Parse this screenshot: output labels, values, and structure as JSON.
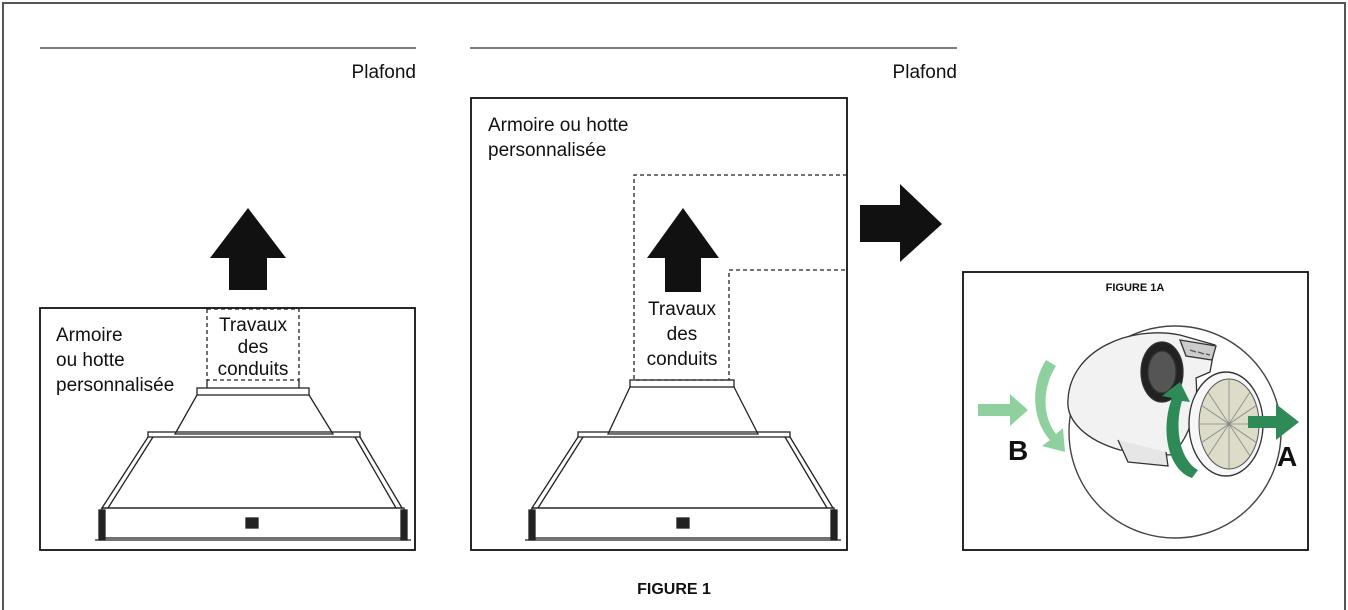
{
  "left_panel": {
    "ceiling_label": "Plafond",
    "hood_label": [
      "Armoire",
      "ou hotte",
      "personnalisée"
    ],
    "duct_label": [
      "Travaux",
      "des",
      "conduits"
    ]
  },
  "middle_panel": {
    "ceiling_label": "Plafond",
    "hood_label": [
      "Armoire ou hotte",
      "personnalisée"
    ],
    "duct_label": [
      "Travaux",
      "des",
      "conduits"
    ]
  },
  "inset": {
    "title": "FIGURE 1A",
    "label_b": "B",
    "label_a": "A",
    "arrow_color": "#2e8b57",
    "arrow_light_color": "#8fd19e"
  },
  "caption": "FIGURE 1"
}
